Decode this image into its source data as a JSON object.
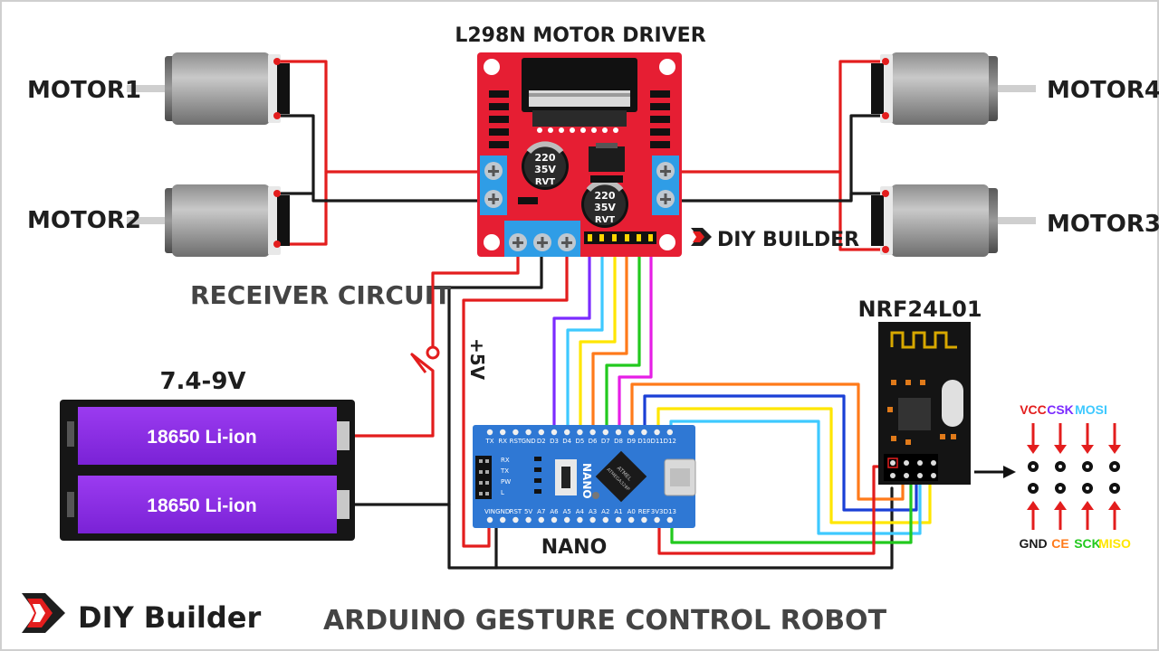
{
  "colors": {
    "red_wire": "#e31d1d",
    "black_wire": "#1a1a1a",
    "pcb_red": "#e61e33",
    "nano_blue": "#2f78d4",
    "battery_purple": "#8a2be2",
    "purple_wire": "#7b2bff",
    "cyan_wire": "#3ec9ff",
    "yellow_wire": "#ffe600",
    "orange_wire": "#ff7a1a",
    "green_wire": "#22c91e",
    "magenta_wire": "#e61ee6",
    "blue_wire": "#1a3fd6"
  },
  "labels": {
    "driver_title": "L298N MOTOR DRIVER",
    "motor1": "MOTOR1",
    "motor2": "MOTOR2",
    "motor3": "MOTOR3",
    "motor4": "MOTOR4",
    "receiver_circuit": "RECEIVER CIRCUIT",
    "battery_voltage": "7.4-9V",
    "battery_cell_1": "18650 Li-ion",
    "battery_cell_2": "18650 Li-ion",
    "five_volt": "+5V",
    "nano": "NANO",
    "nrf": "NRF24L01",
    "brand_small": "DIY BUILDER",
    "brand_large": "DIY Builder",
    "footer_title": "ARDUINO GESTURE CONTROL ROBOT",
    "capacitor_1": [
      "220",
      "35V",
      "RVT"
    ],
    "capacitor_2": [
      "220",
      "35V",
      "RVT"
    ]
  },
  "nano_pins_top": [
    "TX",
    "RX",
    "RST",
    "GND",
    "D2",
    "D3",
    "D4",
    "D5",
    "D6",
    "D7",
    "D8",
    "D9",
    "D10",
    "D11",
    "D12"
  ],
  "nano_pins_bottom": [
    "VIN",
    "GND",
    "RST",
    "5V",
    "A7",
    "A6",
    "A5",
    "A4",
    "A3",
    "A2",
    "A1",
    "A0",
    "REF",
    "3V3",
    "D13"
  ],
  "nano_leds": [
    "RX",
    "TX",
    "PW",
    "L"
  ],
  "nano_chip_text": [
    "ATMEL",
    "ATMEGA328P"
  ],
  "nrf_legend": {
    "top": [
      {
        "text": "VCC",
        "color": "#e31d1d"
      },
      {
        "text": "CSK",
        "color": "#7b2bff"
      },
      {
        "text": "MOSI",
        "color": "#3ec9ff"
      }
    ],
    "bottom": [
      {
        "text": "GND",
        "color": "#1a1a1a"
      },
      {
        "text": "CE",
        "color": "#ff7a1a"
      },
      {
        "text": "SCK",
        "color": "#22c91e"
      },
      {
        "text": "MISO",
        "color": "#ffe600"
      }
    ]
  }
}
